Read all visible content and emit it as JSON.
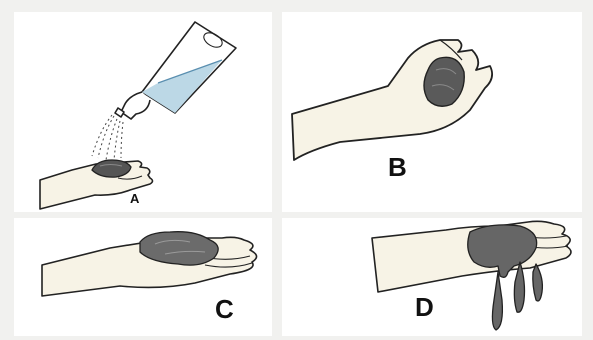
{
  "panels": {
    "a": {
      "label": "A"
    },
    "b": {
      "label": "B"
    },
    "c": {
      "label": "C"
    },
    "d": {
      "label": "D"
    }
  },
  "colors": {
    "paper": "#f1f1ef",
    "panel_bg": "#ffffff",
    "skin": "#f7f3e6",
    "soil_dark": "#555555",
    "soil_mid": "#7a7a7a",
    "water": "#bcd8e6",
    "outline": "#222222"
  },
  "icons": [
    "water-bottle-icon",
    "spray-droplets-icon",
    "open-hand-icon",
    "fist-icon",
    "soil-clump-icon",
    "soil-drip-icon"
  ]
}
